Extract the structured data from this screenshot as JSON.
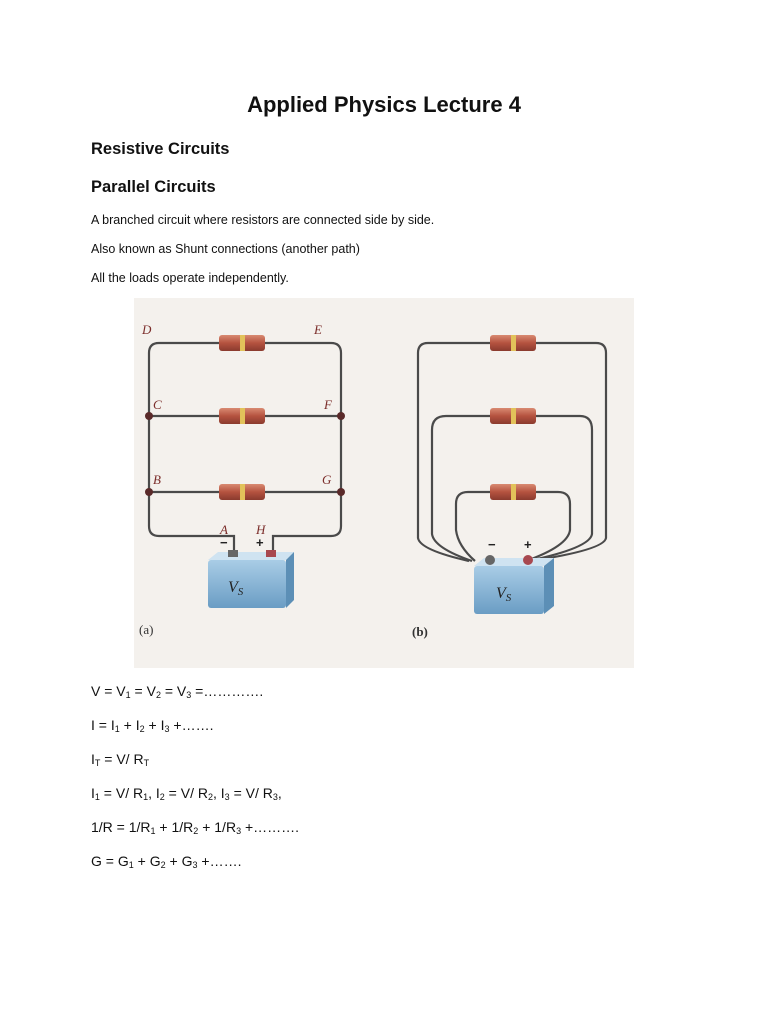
{
  "title": "Applied Physics Lecture 4",
  "section": "Resistive Circuits",
  "subsection": "Parallel Circuits",
  "paragraphs": [
    "A branched circuit where resistors are connected side by side.",
    "Also known as Shunt connections (another path)",
    "All the loads operate independently."
  ],
  "figure": {
    "a": {
      "nodes": {
        "D": "D",
        "E": "E",
        "C": "C",
        "F": "F",
        "B": "B",
        "G": "G",
        "A": "A",
        "H": "H"
      },
      "minus": "−",
      "plus": "+",
      "battery_v": "V",
      "battery_sub": "S",
      "caption": "(a)"
    },
    "b": {
      "minus": "−",
      "plus": "+",
      "battery_v": "V",
      "battery_sub": "S",
      "caption": "(b)"
    }
  },
  "eq": {
    "line1": {
      "a": "V = V",
      "s1": "1",
      "b": " = V",
      "s2": "2",
      "c": " = V",
      "s3": "3",
      "d": " =…………."
    },
    "line2": {
      "a": "I = I",
      "s1": "1",
      "b": " + I",
      "s2": "2",
      "c": " + I",
      "s3": "3",
      "d": " +……."
    },
    "line3": {
      "a": "I",
      "s1": "T",
      "b": " = V/ R",
      "s2": "T"
    },
    "line4": {
      "a": "I",
      "s1": "1",
      "b": " = V/ R",
      "s2": "1",
      "c": ", I",
      "s3": "2",
      "d": " = V/ R",
      "s4": "2",
      "e": ", I",
      "s5": "3",
      "f": " = V/ R",
      "s6": "3",
      "g": ","
    },
    "line5": {
      "a": "1/R = 1/R",
      "s1": "1",
      "b": " + 1/R",
      "s2": "2",
      "c": " + 1/R",
      "s3": "3",
      "d": " +………."
    },
    "line6": {
      "a": "G = G",
      "s1": "1",
      "b": " + G",
      "s2": "2",
      "c": " + G",
      "s3": "3",
      "d": " +……."
    }
  },
  "colors": {
    "wire": "#4a4a4a",
    "resistor": "#b5523f",
    "band": "#e2c25a",
    "battery": "#7fb0d3",
    "label": "#7b2d2a"
  }
}
